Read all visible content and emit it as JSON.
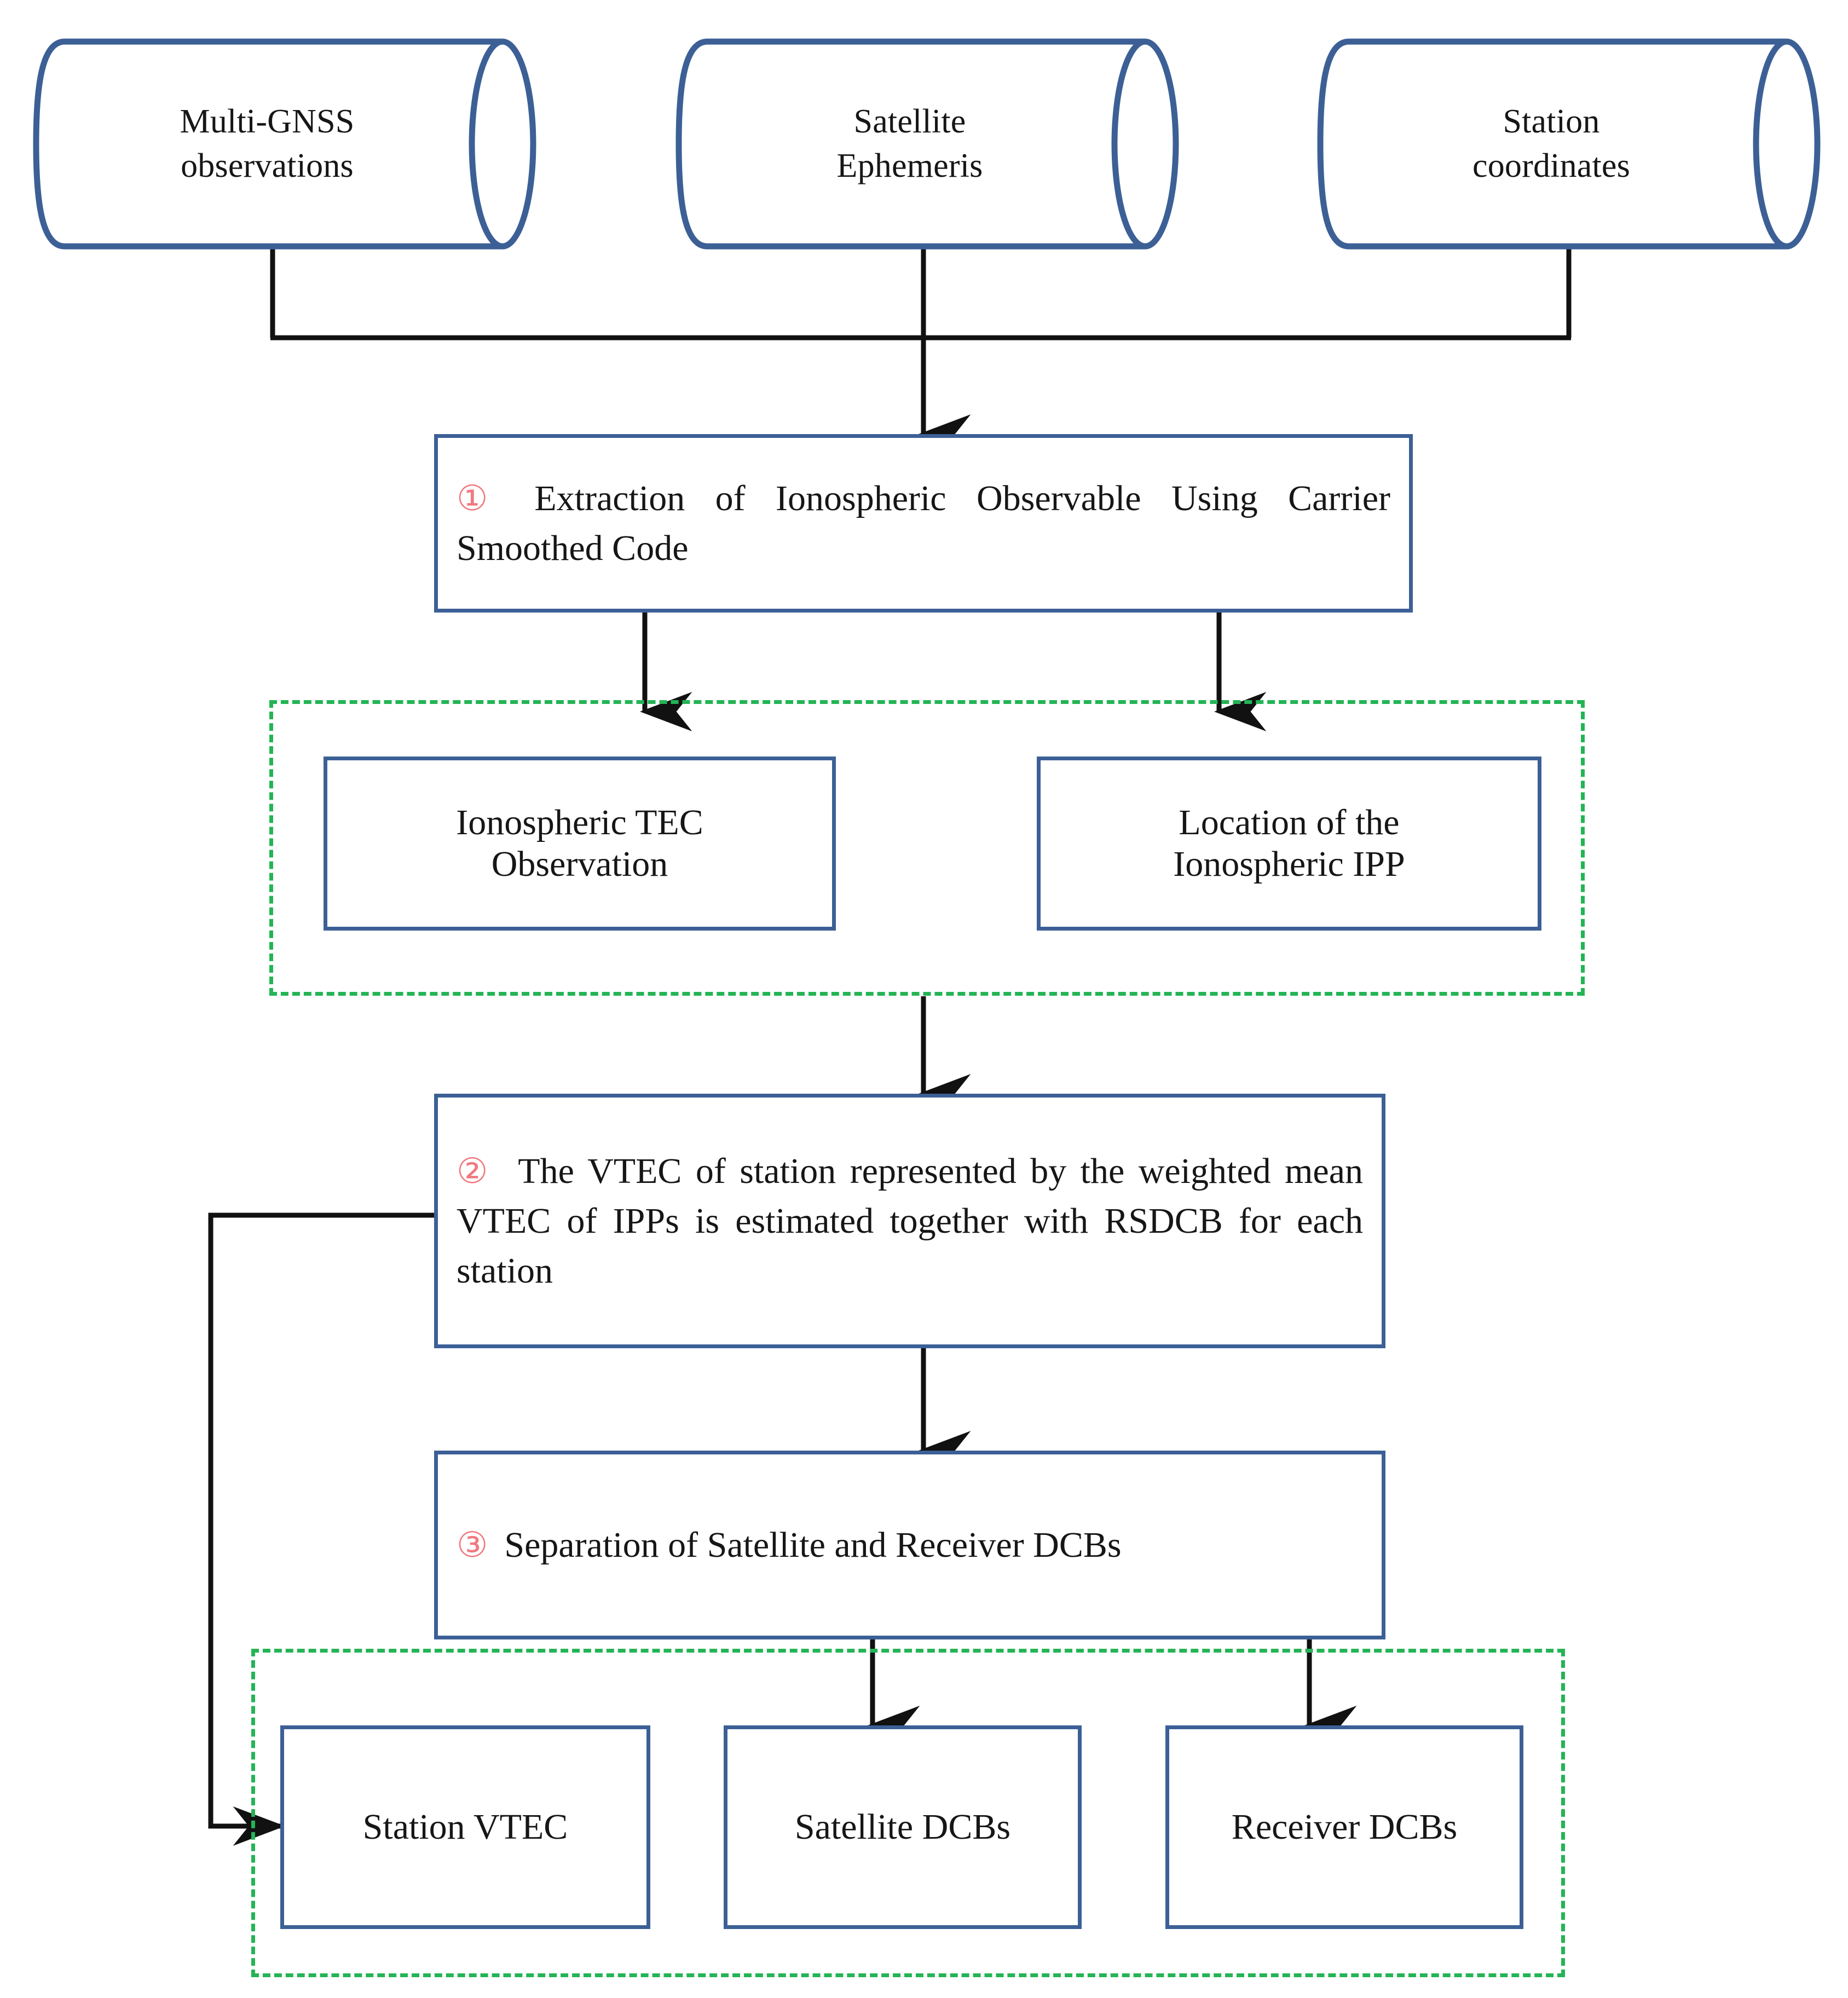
{
  "diagram": {
    "title": "GNSS ionospheric TEC and DCB estimation flowchart",
    "colors": {
      "box_border": "#3c6096",
      "group_dashed": "#24b455",
      "step_number": "#f07a7f",
      "connector": "#111111",
      "background": "#ffffff"
    }
  },
  "inputs": [
    {
      "id": "multi-gnss-observations",
      "line1": "Multi-GNSS",
      "line2": "observations"
    },
    {
      "id": "satellite-ephemeris",
      "line1": "Satellite",
      "line2": "Ephemeris"
    },
    {
      "id": "station-coordinates",
      "line1": "Station",
      "line2": "coordinates"
    }
  ],
  "steps": {
    "step1": {
      "number": "①",
      "text": "Extraction of Ionospheric Observable Using Carrier Smoothed Code"
    },
    "step2": {
      "number": "②",
      "text": "The VTEC of station represented by the weighted mean VTEC of IPPs is estimated together with RSDCB  for each station"
    },
    "step3": {
      "number": "③",
      "text": "Separation of Satellite and  Receiver DCBs"
    }
  },
  "intermediate": {
    "group_label": "",
    "items": [
      {
        "id": "ionospheric-tec-observation",
        "line1": "Ionospheric TEC",
        "line2": "Observation"
      },
      {
        "id": "location-of-the-ionospheric-ipp",
        "line1": "Location of the",
        "line2": "Ionospheric IPP"
      }
    ]
  },
  "outputs": {
    "group_label": "",
    "items": [
      {
        "id": "station-vtec",
        "label": "Station VTEC"
      },
      {
        "id": "satellite-dcbs",
        "label": "Satellite DCBs"
      },
      {
        "id": "receiver-dcbs",
        "label": "Receiver DCBs"
      }
    ]
  },
  "connectors": [
    {
      "from": "multi-gnss-observations",
      "to": "junction-bus",
      "style": "plain"
    },
    {
      "from": "satellite-ephemeris",
      "to": "junction-bus",
      "style": "plain"
    },
    {
      "from": "station-coordinates",
      "to": "junction-bus",
      "style": "plain"
    },
    {
      "from": "junction-bus",
      "to": "step1",
      "style": "arrow"
    },
    {
      "from": "step1",
      "to": "ionospheric-tec-observation",
      "style": "arrow"
    },
    {
      "from": "step1",
      "to": "location-of-the-ionospheric-ipp",
      "style": "arrow"
    },
    {
      "from": "intermediate-group",
      "to": "step2",
      "style": "arrow"
    },
    {
      "from": "step2",
      "to": "step3",
      "style": "arrow"
    },
    {
      "from": "step3",
      "to": "satellite-dcbs",
      "style": "arrow"
    },
    {
      "from": "step3",
      "to": "receiver-dcbs",
      "style": "arrow"
    },
    {
      "from": "step2",
      "to": "station-vtec",
      "style": "arrow-feedback-left"
    }
  ]
}
